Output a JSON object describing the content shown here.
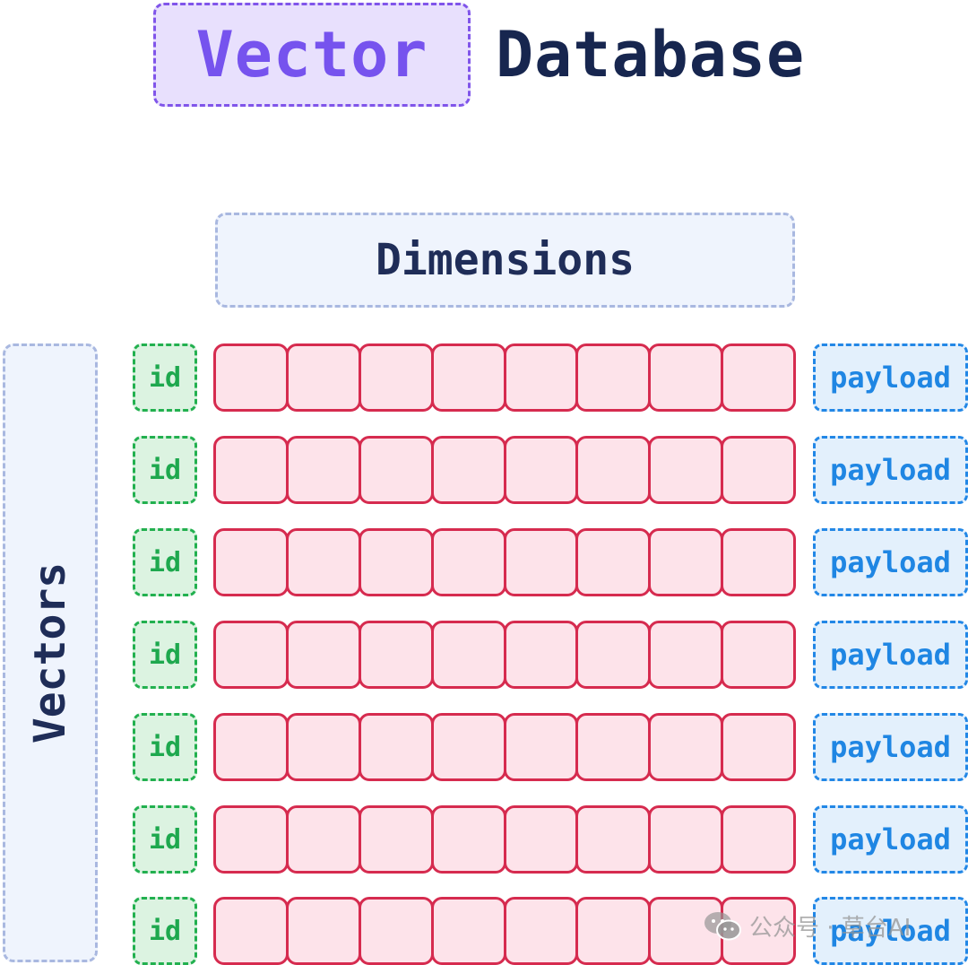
{
  "title": {
    "highlight": "Vector",
    "rest": "Database"
  },
  "dimensions_label": "Dimensions",
  "vectors_label": "Vectors",
  "dimension_count": 8,
  "rows": [
    {
      "id": "id",
      "payload": "payload"
    },
    {
      "id": "id",
      "payload": "payload"
    },
    {
      "id": "id",
      "payload": "payload"
    },
    {
      "id": "id",
      "payload": "payload"
    },
    {
      "id": "id",
      "payload": "payload"
    },
    {
      "id": "id",
      "payload": "payload"
    },
    {
      "id": "id",
      "payload": "payload"
    }
  ],
  "watermark": {
    "text": "公众号 · 草台AI",
    "icon": "wechat-icon"
  },
  "colors": {
    "vector_accent": "#7653ee",
    "title_dark": "#17264f",
    "id_green": "#1ea84e",
    "dimension_red": "#d62b4f",
    "payload_blue": "#1f86e3"
  }
}
